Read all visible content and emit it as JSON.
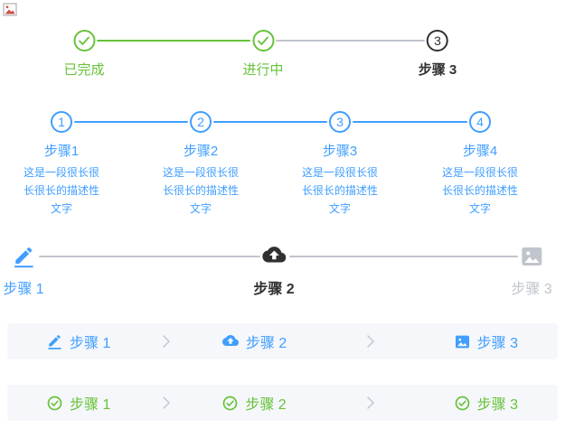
{
  "colors": {
    "success": "#67C23A",
    "primary": "#409EFF",
    "process": "#303133",
    "wait": "#C0C4CC",
    "line": "#C0C4CC",
    "simple_bar_background": "#F5F7FA"
  },
  "status_steps": {
    "items": [
      {
        "title": "已完成",
        "status": "success",
        "icon": "check"
      },
      {
        "title": "进行中",
        "status": "success",
        "icon": "check"
      },
      {
        "title": "步骤 3",
        "status": "process",
        "number": "3"
      }
    ]
  },
  "described_steps": {
    "items": [
      {
        "number": "1",
        "title": "步骤1",
        "description": "这是一段很长很长很长的描述性文字"
      },
      {
        "number": "2",
        "title": "步骤2",
        "description": "这是一段很长很长很长的描述性文字"
      },
      {
        "number": "3",
        "title": "步骤3",
        "description": "这是一段很长很长很长的描述性文字"
      },
      {
        "number": "4",
        "title": "步骤4",
        "description": "这是一段很长很长很长的描述性文字"
      }
    ]
  },
  "icon_steps": {
    "items": [
      {
        "title": "步骤 1",
        "status": "finish",
        "icon": "edit"
      },
      {
        "title": "步骤 2",
        "status": "process",
        "icon": "upload"
      },
      {
        "title": "步骤 3",
        "status": "wait",
        "icon": "picture"
      }
    ]
  },
  "simple_icon_steps": {
    "items": [
      {
        "title": "步骤 1",
        "icon": "edit"
      },
      {
        "title": "步骤 2",
        "icon": "upload"
      },
      {
        "title": "步骤 3",
        "icon": "picture"
      }
    ]
  },
  "simple_status_steps": {
    "items": [
      {
        "title": "步骤 1",
        "icon": "circle-check"
      },
      {
        "title": "步骤 2",
        "icon": "circle-check"
      },
      {
        "title": "步骤 3",
        "icon": "circle-check"
      }
    ]
  }
}
